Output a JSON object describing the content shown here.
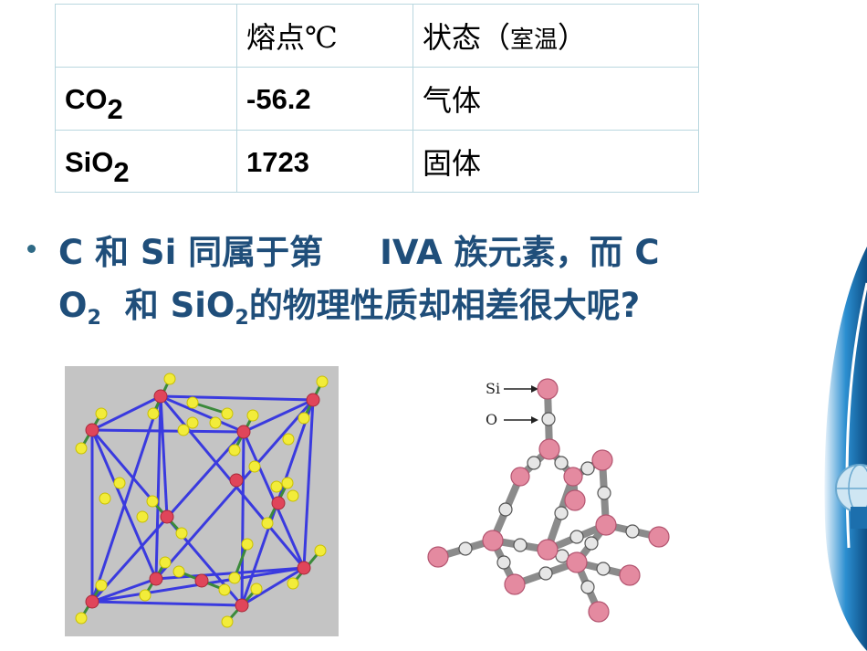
{
  "table": {
    "headers": [
      "",
      "熔点℃",
      "状态（",
      "室温",
      "）"
    ],
    "rows": [
      {
        "formula_base": "CO",
        "formula_sub": "2",
        "melting_point": "-56.2",
        "state": "气体"
      },
      {
        "formula_base": "SiO",
        "formula_sub": "2",
        "melting_point": "1723",
        "state": "固体"
      }
    ]
  },
  "bullet": {
    "p1": "C 和 Si 同属于第",
    "p2": "IVA 族元素，而 C",
    "p3": "O",
    "p3_sub": "2",
    "p4": "和 SiO",
    "p4_sub": "2",
    "p5": "的物理性质却相差很大呢?"
  },
  "figure2": {
    "label_si": "Si",
    "label_o": "O"
  },
  "colors": {
    "title_text": "#1f4e7a",
    "table_border": "#b9d7df",
    "lattice_line": "#3a3adf",
    "atom_red": "#e0455a",
    "atom_yellow": "#f2ec3a",
    "atom_pink": "#e48aa0",
    "atom_white": "#e6e6e6"
  }
}
